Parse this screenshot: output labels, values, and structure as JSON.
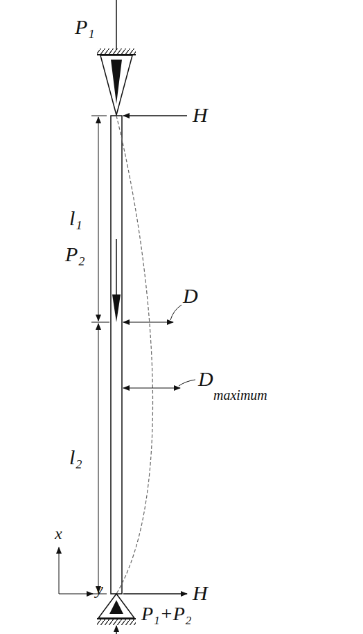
{
  "diagram": {
    "labels": [
      "P₁",
      "H",
      "l₁",
      "P₂",
      "D",
      "l₂",
      "D",
      "maximum",
      "x",
      "y",
      "H",
      "P₁+P₂"
    ]
  }
}
